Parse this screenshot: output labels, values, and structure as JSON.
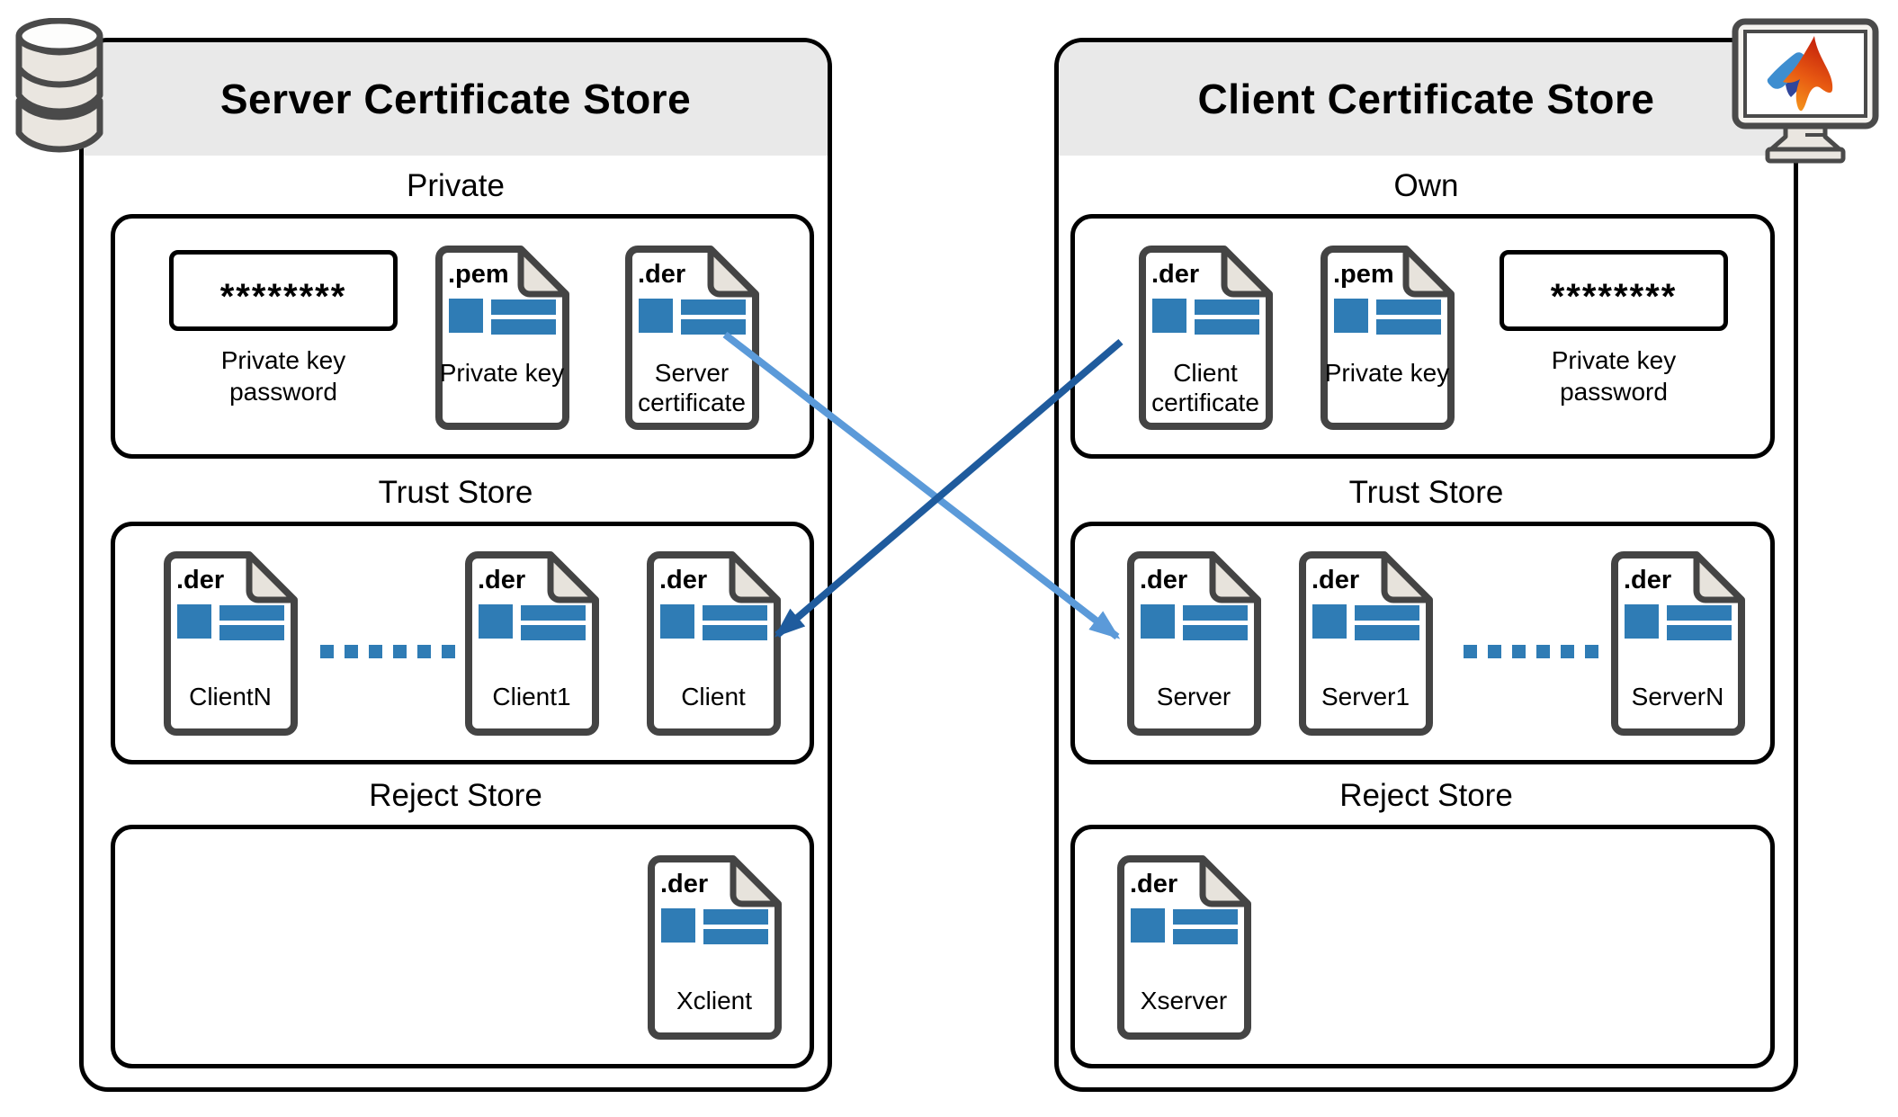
{
  "stores": [
    {
      "title": "Server Certificate Store",
      "corner_icon": "database-icon",
      "sections": [
        {
          "label": "Private",
          "password": {
            "value": "********",
            "label": "Private key password"
          },
          "files": [
            {
              "ext": ".pem",
              "name": "Private key"
            },
            {
              "ext": ".der",
              "name": "Server certificate"
            }
          ]
        },
        {
          "label": "Trust Store",
          "ellipsis": true,
          "files": [
            {
              "ext": ".der",
              "name": "ClientN"
            },
            {
              "ext": ".der",
              "name": "Client1"
            },
            {
              "ext": ".der",
              "name": "Client"
            }
          ]
        },
        {
          "label": "Reject Store",
          "files": [
            {
              "ext": ".der",
              "name": "Xclient"
            }
          ]
        }
      ]
    },
    {
      "title": "Client Certificate Store",
      "corner_icon": "matlab-monitor-icon",
      "sections": [
        {
          "label": "Own",
          "password": {
            "value": "********",
            "label": "Private key password"
          },
          "files": [
            {
              "ext": ".der",
              "name": "Client certificate"
            },
            {
              "ext": ".pem",
              "name": "Private key"
            }
          ]
        },
        {
          "label": "Trust Store",
          "ellipsis": true,
          "files": [
            {
              "ext": ".der",
              "name": "Server"
            },
            {
              "ext": ".der",
              "name": "Server1"
            },
            {
              "ext": ".der",
              "name": "ServerN"
            }
          ]
        },
        {
          "label": "Reject Store",
          "files": [
            {
              "ext": ".der",
              "name": "Xserver"
            }
          ]
        }
      ]
    }
  ],
  "arrows": [
    {
      "name": "server-certificate-to-client-trust-store",
      "color": "#5B9AD9"
    },
    {
      "name": "client-certificate-to-server-trust-store",
      "color": "#1F5B9D"
    }
  ],
  "colors": {
    "icon_blue": "#2F7CB5",
    "arrow_light": "#5B9AD9",
    "arrow_dark": "#1F5B9D",
    "header_bg": "#E9E9E9",
    "icon_outline": "#444444",
    "fold_fill": "#E7E3DC"
  }
}
